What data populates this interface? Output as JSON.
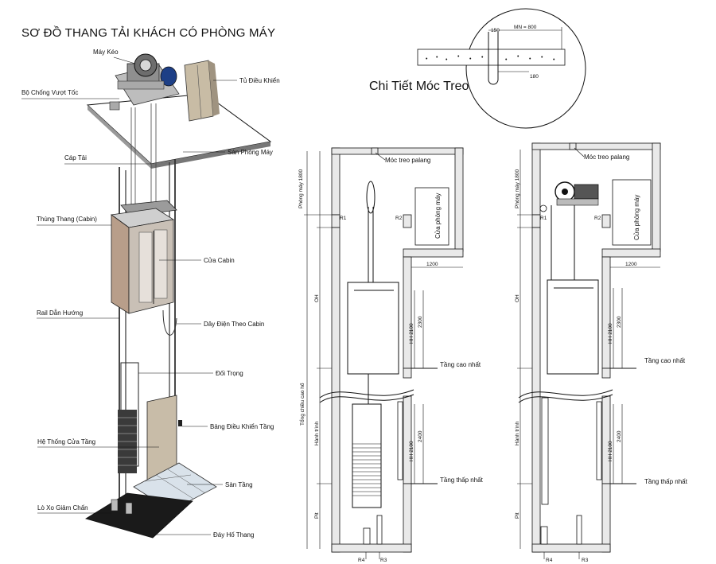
{
  "title": "SƠ ĐỒ THANG TẢI KHÁCH CÓ PHÒNG MÁY",
  "parts": [
    "Máy Kéo",
    "Tủ Điều Khiển",
    "Bộ Chống Vượt Tốc",
    "Sàn Phòng Máy",
    "Cáp Tải",
    "Thùng Thang (Cabin)",
    "Cửa Cabin",
    "Rail Dẫn Hướng",
    "Dây Điện Theo Cabin",
    "Đối Trọng",
    "Bảng Điều Khiển Tầng",
    "Hệ Thống Cửa Tầng",
    "Sàn Tầng",
    "Lò Xo Giảm Chấn",
    "Đáy Hố Thang"
  ],
  "detail": {
    "title": "Chi Tiết Móc Treo",
    "dim_150": "150",
    "dim_mn": "MN = 800",
    "dim_180": "180"
  },
  "section_left": {
    "hook": "Móc treo palang",
    "machine_room_door": "Cửa phòng máy",
    "machine_room_height": "Phòng máy 1800",
    "r1": "R1",
    "r2": "R2",
    "oh": "OH",
    "total_height": "Tổng chiều cao hố",
    "travel": "Hành trình",
    "pit": "Pit",
    "door_width": "1200",
    "hh_top": "HH 2100",
    "h2300": "2300",
    "hh_bottom": "HH 2100",
    "h2400": "2400",
    "top_floor": "Tầng cao nhất",
    "bottom_floor": "Tầng thấp nhất",
    "r4": "R4",
    "r3": "R3"
  },
  "section_right": {
    "hook": "Móc treo palang",
    "machine_room_door": "Cửa phòng máy",
    "machine_room_height": "Phòng máy 1800",
    "r1": "R1",
    "r2": "R2",
    "oh": "OH",
    "travel": "Hành trình",
    "pit": "Pit",
    "door_width": "1200",
    "hh_top": "HH 2100",
    "h2300": "2300",
    "hh_bottom": "HH 2100",
    "h2400": "2400",
    "top_floor": "Tầng cao nhất",
    "bottom_floor": "Tầng thấp nhất",
    "r4": "R4",
    "r3": "R3"
  }
}
